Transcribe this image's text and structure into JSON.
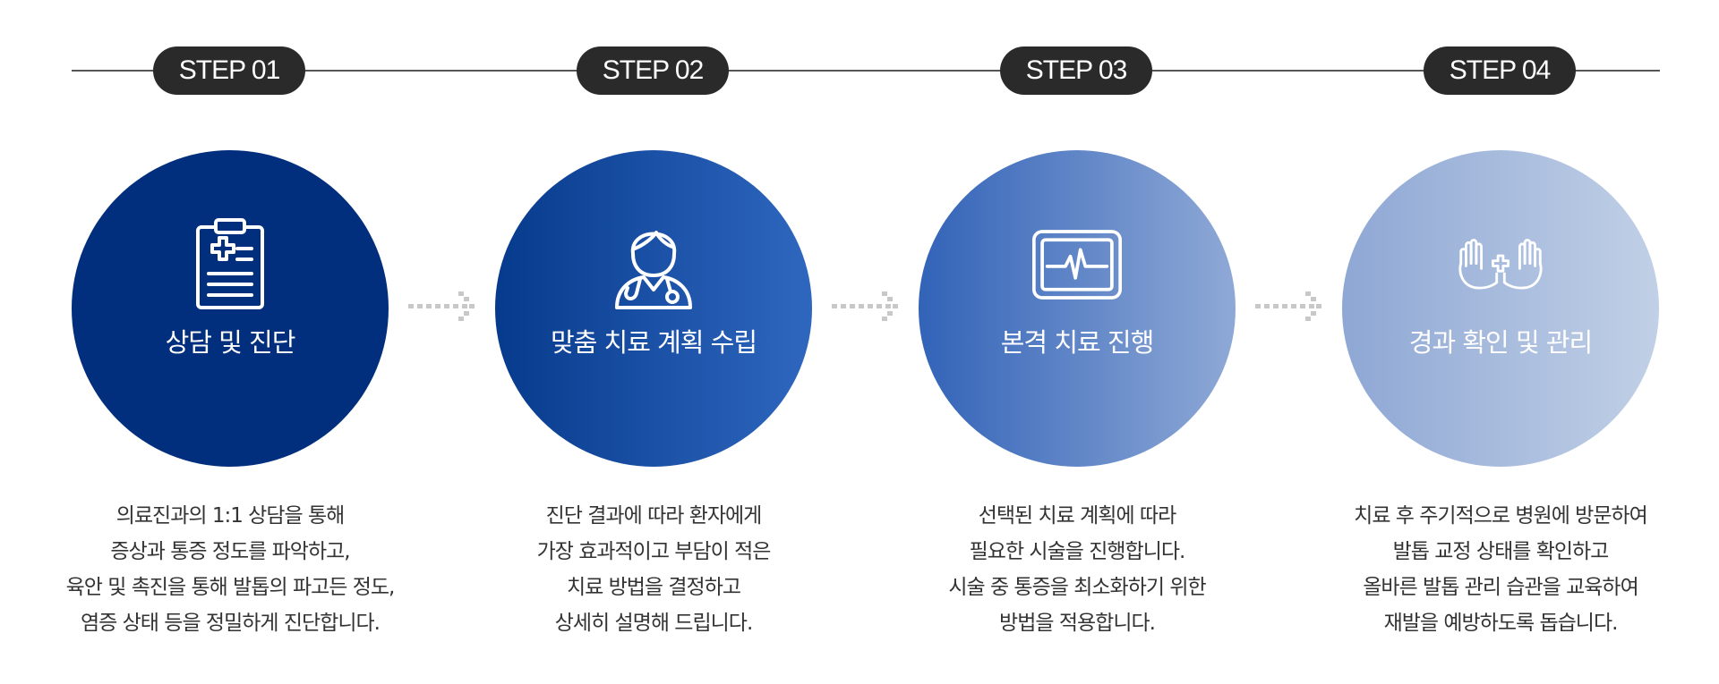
{
  "steps": [
    {
      "badge": "STEP 01",
      "title": "상담 및 진단",
      "icon": "clipboard-medical-icon",
      "description": [
        "의료진과의 1:1 상담을 통해",
        "증상과 통증 정도를 파악하고,",
        "육안 및 촉진을 통해 발톱의 파고든 정도,",
        "염증 상태 등을 정밀하게 진단합니다."
      ]
    },
    {
      "badge": "STEP 02",
      "title": "맞춤 치료 계획 수립",
      "icon": "doctor-stethoscope-icon",
      "description": [
        "진단 결과에 따라 환자에게",
        "가장 효과적이고 부담이 적은",
        "치료 방법을 결정하고",
        "상세히 설명해 드립니다."
      ]
    },
    {
      "badge": "STEP 03",
      "title": "본격 치료 진행",
      "icon": "heart-monitor-icon",
      "description": [
        "선택된 치료 계획에 따라",
        "필요한 시술을 진행합니다.",
        "시술 중 통증을 최소화하기 위한",
        "방법을 적용합니다."
      ]
    },
    {
      "badge": "STEP 04",
      "title": "경과 확인 및 관리",
      "icon": "hands-medical-cross-icon",
      "description": [
        "치료 후 주기적으로 병원에 방문하여",
        "발톱 교정 상태를 확인하고",
        "올바른 발톱 관리 습관을 교육하여",
        "재발을 예방하도록 돕습니다."
      ]
    }
  ],
  "colors": {
    "badge_bg": "#2a2a2a",
    "step1": "#022f7d",
    "step2": "#2f67bf",
    "step3": "#8fa9d6",
    "step4": "#c1d0e6",
    "arrow": "#c8c8c8"
  }
}
